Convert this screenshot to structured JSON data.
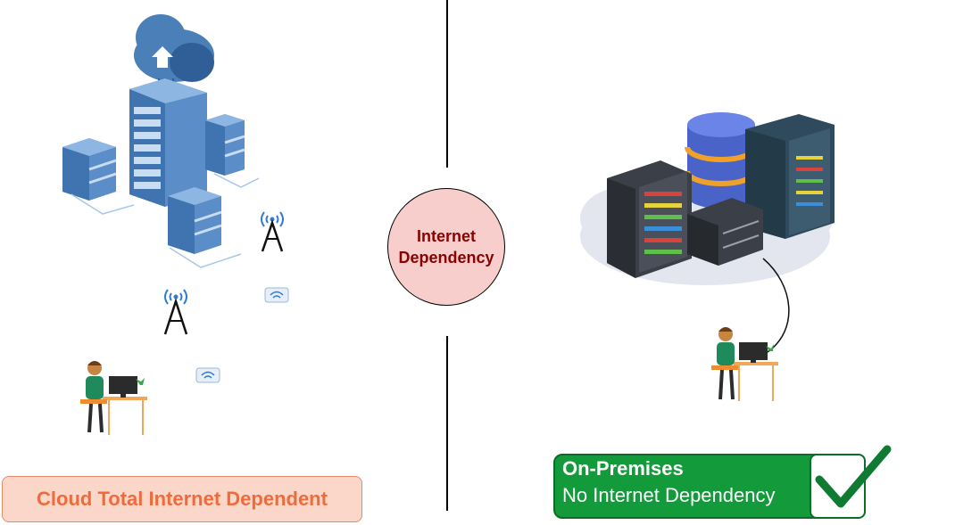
{
  "center": {
    "label": "Internet\nDependency"
  },
  "cloud": {
    "label": "Cloud Total Internet Dependent"
  },
  "onprem": {
    "title": "On-Premises",
    "subtitle": "No Internet Dependency"
  },
  "colors": {
    "circle_fill": "#f8cecc",
    "circle_text": "#8b0000",
    "cloud_label_fill": "#fad7c9",
    "cloud_label_text": "#f06b3c",
    "onprem_fill": "#139a3a",
    "check": "#0e7a32"
  },
  "icons": [
    "cloud-upload-icon",
    "server-rack-icon",
    "cell-tower-icon",
    "wifi-router-icon",
    "person-at-desk-icon",
    "database-icon",
    "checkmark-icon"
  ]
}
